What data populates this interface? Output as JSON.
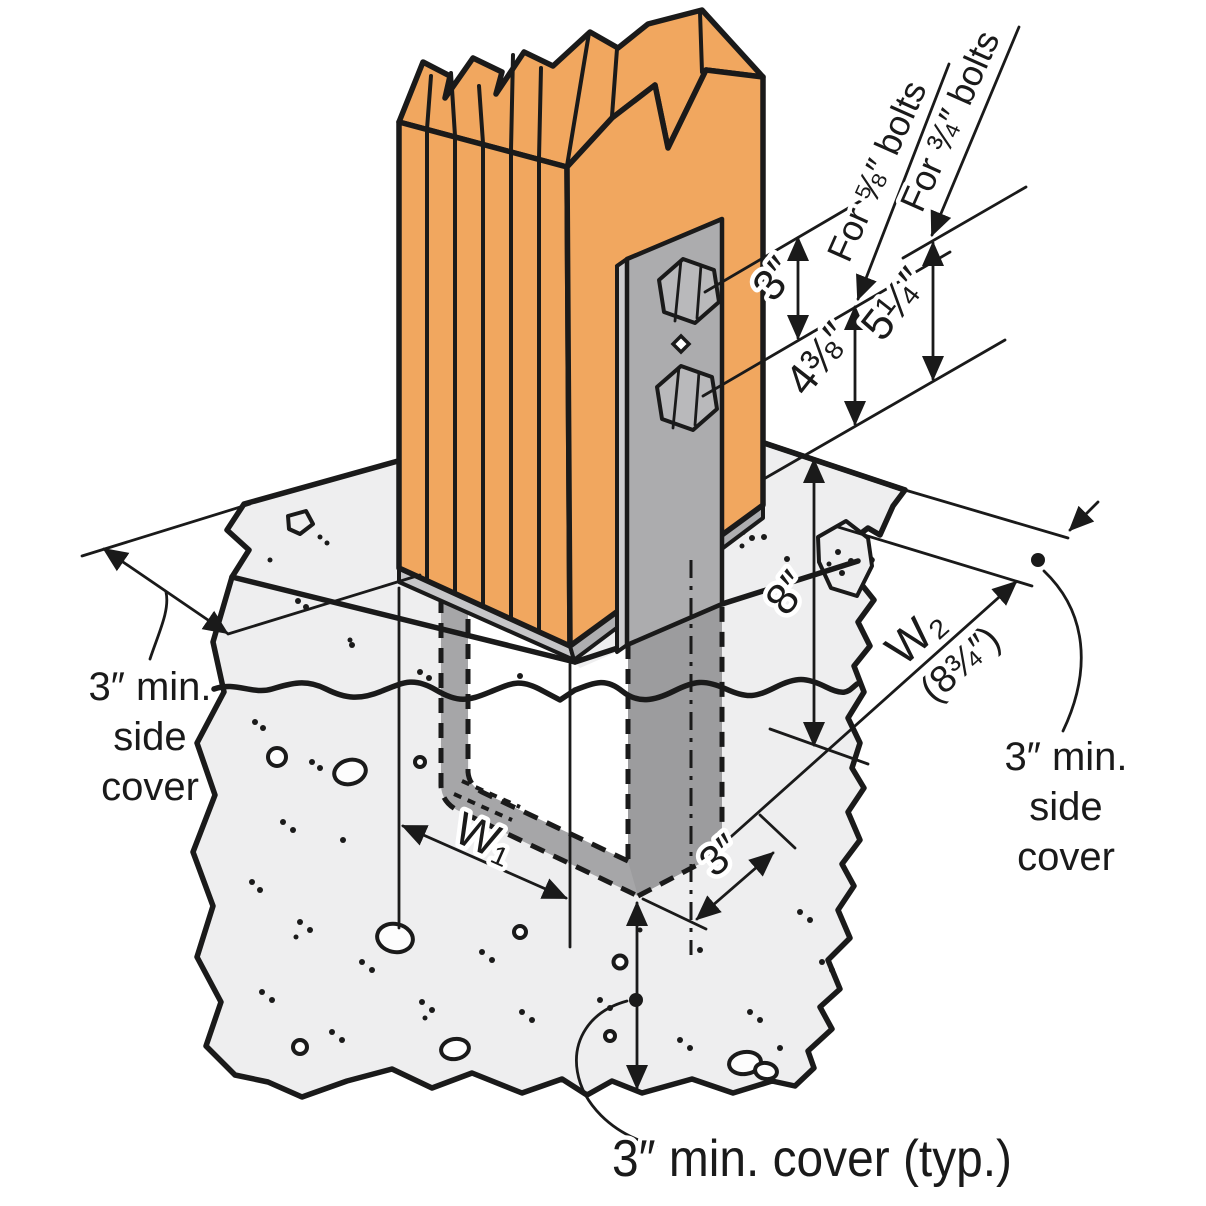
{
  "figure": {
    "kind": "isometric installation diagram",
    "subject": "wood post with steel post base embedded in concrete footing"
  },
  "colors": {
    "background": "#ffffff",
    "wood": "#F1A75F",
    "steel_face": "#ACACAE",
    "steel_dark": "#9C9C9E",
    "steel_light": "#CDCDCF",
    "steel_strip_left": "#C6C6C8",
    "steel_strip_right": "#AEAEB0",
    "concrete": "#EEEEEF",
    "line": "#1a1a1a"
  },
  "labels": {
    "for_small_bolts": "For ⅝″ bolts",
    "for_large_bolts": "For ¾″ bolts",
    "bolt_spacing": "3″",
    "embed_small": "4⅜″",
    "embed_large": "5¼″",
    "embed_depth": "8″",
    "w2": "W₂",
    "w2_value": "(8¾″)",
    "w1": "W₁",
    "seat_ext": "3″",
    "left_cover_1": "3″ min.",
    "left_cover_2": "side",
    "left_cover_3": "cover",
    "right_cover_1": "3″ min.",
    "right_cover_2": "side",
    "right_cover_3": "cover",
    "bottom_cover": "3″ min. cover (typ.)"
  }
}
